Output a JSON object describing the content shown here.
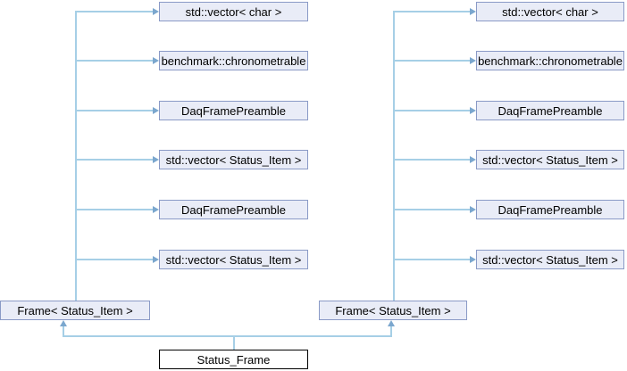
{
  "diagram": {
    "main": "Status_Frame",
    "groups": [
      {
        "root": "Frame< Status_Item >",
        "members": [
          "std::vector< char >",
          "benchmark::chronometrable",
          "DaqFramePreamble",
          "std::vector< Status_Item >",
          "DaqFramePreamble",
          "std::vector< Status_Item >"
        ]
      },
      {
        "root": "Frame< Status_Item >",
        "members": [
          "std::vector< char >",
          "benchmark::chronometrable",
          "DaqFramePreamble",
          "std::vector< Status_Item >",
          "DaqFramePreamble",
          "std::vector< Status_Item >"
        ]
      }
    ]
  },
  "colors": {
    "background": "#ffffff",
    "node_fill": "#e9ecf7",
    "node_border": "#8a9ac6",
    "edge": "#a6cfe6",
    "arrow": "#7ba7ce",
    "main_fill": "#ffffff",
    "main_border": "#000000",
    "text": "#000000"
  }
}
